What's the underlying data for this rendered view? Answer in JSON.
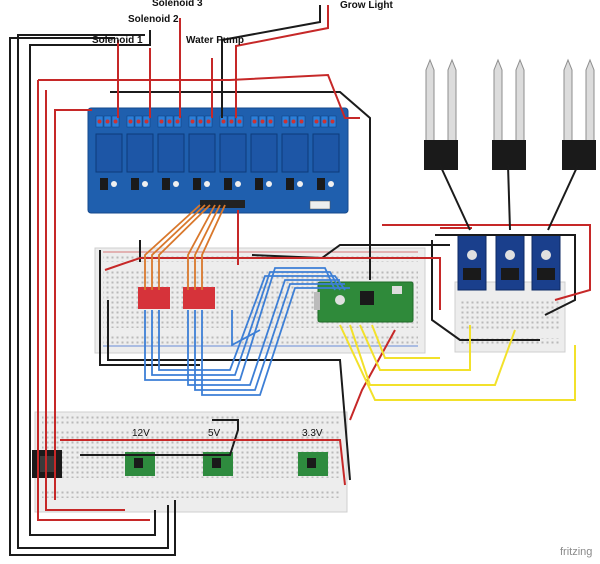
{
  "labels": {
    "solenoid_3": "Solenoid 3",
    "solenoid_2": "Solenoid 2",
    "solenoid_1": "Solenoid 1",
    "water_pump": "Water Pump",
    "grow_light": "Grow Light"
  },
  "voltages": {
    "v12": "12V",
    "v5": "5V",
    "v33": "3.3V"
  },
  "brand": "fritzing",
  "colors": {
    "relay_board": "#1f5fae",
    "breadboard": "#ececec",
    "pico": "#2f8a3a",
    "wire_red": "#c62828",
    "wire_black": "#1b1b1b",
    "wire_blue": "#3d7fd6",
    "wire_yellow": "#f2e12b",
    "wire_orange": "#d9782c"
  }
}
